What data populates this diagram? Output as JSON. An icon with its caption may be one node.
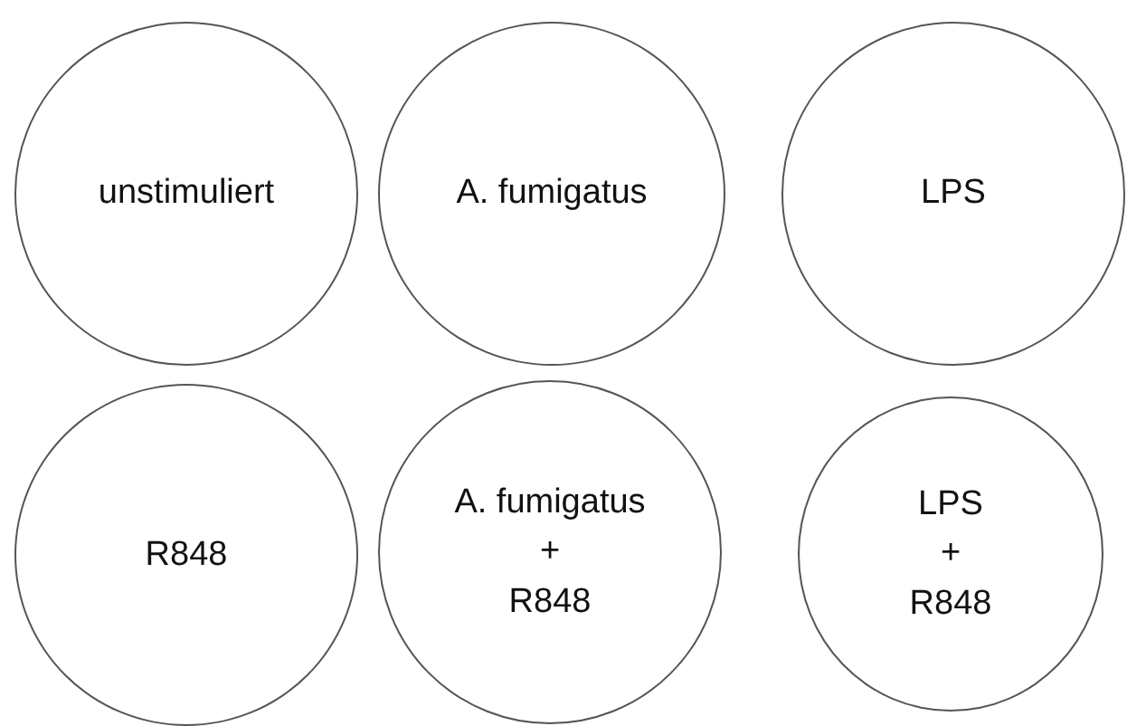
{
  "diagram": {
    "nodes": [
      {
        "text": [
          "unstimuliert"
        ]
      },
      {
        "text": [
          "A. fumigatus"
        ]
      },
      {
        "text": [
          "LPS"
        ]
      },
      {
        "text": [
          "R848"
        ]
      },
      {
        "text": [
          "A. fumigatus",
          "+",
          "R848"
        ]
      },
      {
        "text": [
          "LPS",
          "+",
          "R848"
        ]
      }
    ]
  }
}
